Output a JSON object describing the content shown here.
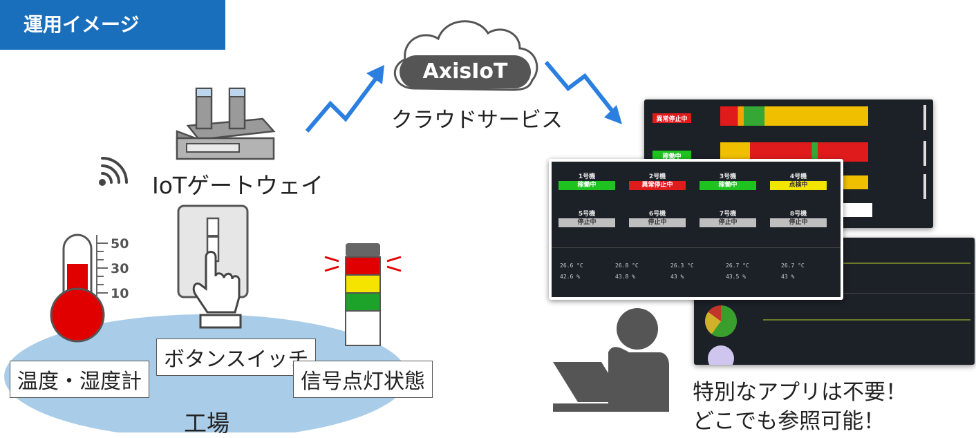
{
  "header": {
    "title": "運用イメージ"
  },
  "cloud": {
    "name": "AxisIoT",
    "caption": "クラウドサービス"
  },
  "gateway": {
    "label": "IoTゲートウェイ"
  },
  "factory": {
    "name": "工場",
    "sensors": [
      {
        "label": "温度・湿度計"
      },
      {
        "label": "ボタンスイッチ"
      },
      {
        "label": "信号点灯状態"
      }
    ],
    "thermometer_scale": [
      "50",
      "30",
      "10"
    ]
  },
  "viewer": {
    "line1": "特別なアプリは不要！",
    "line2": "どこでも参照可能！"
  },
  "dashboard_back": {
    "status_labels": [
      "異常停止中",
      "稼働中"
    ]
  },
  "dashboard_front": {
    "machines": [
      {
        "name": "1号機",
        "status": "稼働中",
        "color": "#1fc31f"
      },
      {
        "name": "2号機",
        "status": "異常停止中",
        "color": "#e01b1b"
      },
      {
        "name": "3号機",
        "status": "稼働中",
        "color": "#1fc31f"
      },
      {
        "name": "4号機",
        "status": "点検中",
        "color": "#f2e600"
      },
      {
        "name": "5号機",
        "status": "停止中",
        "color": "#bfbfbf"
      },
      {
        "name": "6号機",
        "status": "停止中",
        "color": "#bfbfbf"
      },
      {
        "name": "7号機",
        "status": "停止中",
        "color": "#bfbfbf"
      },
      {
        "name": "8号機",
        "status": "停止中",
        "color": "#bfbfbf"
      }
    ],
    "temps": [
      "26.6 °C",
      "26.8 °C",
      "26.3 °C",
      "26.7 °C",
      "26.7 °C"
    ],
    "humidity": [
      "42.6 %",
      "43.8 %",
      "43 %",
      "43.5 %",
      "43 %"
    ]
  },
  "colors": {
    "header": "#1a6fbd",
    "arrow": "#2b7fe0",
    "factory_ellipse": "#a9cde8",
    "red": "#e00000",
    "yellow": "#f5e400",
    "green": "#1ea32a"
  }
}
